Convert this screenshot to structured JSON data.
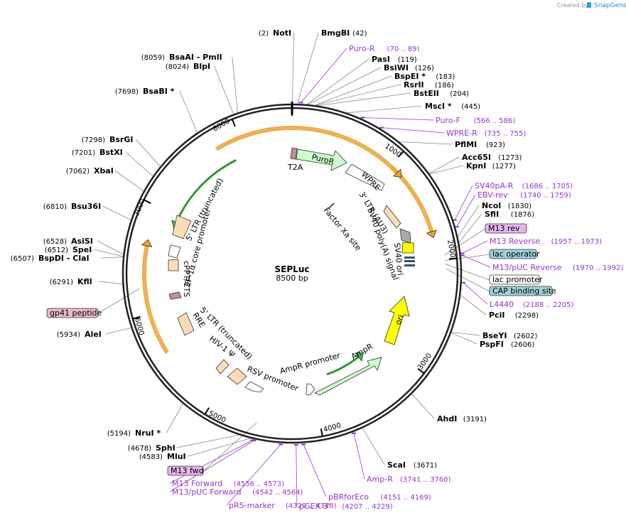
{
  "credit": {
    "prefix": "Created by",
    "brand": "SnapGene"
  },
  "map": {
    "name": "SEPLuc",
    "size": "8500 bp",
    "total": 8500
  },
  "ticks": [
    "1000",
    "2000",
    "3000",
    "4000",
    "5000",
    "6000",
    "7000",
    "8000"
  ],
  "enzymes": [
    {
      "name": "NotI",
      "pos": "(2)",
      "bp": 2
    },
    {
      "name": "BmgBI",
      "pos": "(42)",
      "bp": 42
    },
    {
      "name": "PasI",
      "pos": "(119)",
      "bp": 119
    },
    {
      "name": "BsiWI",
      "pos": "(126)",
      "bp": 126
    },
    {
      "name": "BspEI *",
      "pos": "(183)",
      "bp": 183
    },
    {
      "name": "RsrII",
      "pos": "(186)",
      "bp": 186
    },
    {
      "name": "BstEII",
      "pos": "(204)",
      "bp": 204
    },
    {
      "name": "MscI *",
      "pos": "(445)",
      "bp": 445
    },
    {
      "name": "PflMI",
      "pos": "(923)",
      "bp": 923
    },
    {
      "name": "Acc65I",
      "pos": "(1273)",
      "bp": 1273
    },
    {
      "name": "KpnI",
      "pos": "(1277)",
      "bp": 1277
    },
    {
      "name": "NcoI",
      "pos": "(1830)",
      "bp": 1830
    },
    {
      "name": "SfiI",
      "pos": "(1876)",
      "bp": 1876
    },
    {
      "name": "PciI",
      "pos": "(2298)",
      "bp": 2298
    },
    {
      "name": "BseYI",
      "pos": "(2602)",
      "bp": 2602
    },
    {
      "name": "PspFI",
      "pos": "(2606)",
      "bp": 2606
    },
    {
      "name": "AhdI",
      "pos": "(3191)",
      "bp": 3191
    },
    {
      "name": "ScaI",
      "pos": "(3671)",
      "bp": 3671
    },
    {
      "name": "NruI *",
      "pos": "(5194)",
      "bp": 5194
    },
    {
      "name": "SphI",
      "pos": "(4678)",
      "bp": 4678
    },
    {
      "name": "MluI",
      "pos": "(4583)",
      "bp": 4583
    },
    {
      "name": "AleI",
      "pos": "(5934)",
      "bp": 5934
    },
    {
      "name": "KflI",
      "pos": "(6291)",
      "bp": 6291
    },
    {
      "name": "BspDI - ClaI",
      "pos": "(6507)",
      "bp": 6507
    },
    {
      "name": "SpeI",
      "pos": "(6512)",
      "bp": 6512
    },
    {
      "name": "AsiSI",
      "pos": "(6528)",
      "bp": 6528
    },
    {
      "name": "Bsu36I",
      "pos": "(6810)",
      "bp": 6810
    },
    {
      "name": "XbaI",
      "pos": "(7062)",
      "bp": 7062
    },
    {
      "name": "BstXI",
      "pos": "(7201)",
      "bp": 7201
    },
    {
      "name": "BsrGI",
      "pos": "(7298)",
      "bp": 7298
    },
    {
      "name": "BsaBI *",
      "pos": "(7698)",
      "bp": 7698
    },
    {
      "name": "BlpI",
      "pos": "(8024)",
      "bp": 8024
    },
    {
      "name": "BsaAI - PmlI",
      "pos": "(8059)",
      "bp": 8059
    }
  ],
  "primers": [
    {
      "name": "Puro-R",
      "pos": "(70 .. 89)"
    },
    {
      "name": "Puro-F",
      "pos": "(566 .. 586)"
    },
    {
      "name": "WPRE-R",
      "pos": "(735 .. 755)"
    },
    {
      "name": "SV40pA-R",
      "pos": "(1686 .. 1705)"
    },
    {
      "name": "EBV-rev",
      "pos": "(1740 .. 1759)"
    },
    {
      "name": "M13 Reverse",
      "pos": "(1957 .. 1973)"
    },
    {
      "name": "M13/pUC Reverse",
      "pos": "(1970 .. 1992)"
    },
    {
      "name": "L4440",
      "pos": "(2188 .. 2205)"
    },
    {
      "name": "Amp-R",
      "pos": "(3741 .. 3760)"
    },
    {
      "name": "pBRforEco",
      "pos": "(4151 .. 4169)"
    },
    {
      "name": "pGEX 3'",
      "pos": "(4207 .. 4229)"
    },
    {
      "name": "pRS-marker",
      "pos": "(4329 .. 4348)"
    },
    {
      "name": "M13/pUC Forward",
      "pos": "(4542 .. 4564)"
    },
    {
      "name": "M13 Forward",
      "pos": "(4556 .. 4573)"
    }
  ],
  "boxed": [
    {
      "name": "M13 rev",
      "style": "purple"
    },
    {
      "name": "lac operator",
      "style": "teal"
    },
    {
      "name": "lac promoter",
      "style": "white"
    },
    {
      "name": "CAP binding site",
      "style": "teal"
    },
    {
      "name": "gp41 peptide",
      "style": "pink"
    },
    {
      "name": "M13 fwd",
      "style": "purple"
    }
  ],
  "features": {
    "t2a": "T2A",
    "puror": "PuroR",
    "wpre": "WPRE",
    "ltr3": "3' LTR (ΔU3)",
    "sv40pa": "SV40 poly(A) signal",
    "sv40ori": "SV40 ori",
    "factorxa": "Factor Xa site",
    "ori": "ori",
    "ampr": "AmpR",
    "ampr_prom": "AmpR promoter",
    "rsv": "RSV promoter",
    "hiv": "HIV-1 Ψ",
    "ltr5t": "5' LTR (truncated)",
    "rre": "RRE",
    "cppt": "cPPT/CTS",
    "ef1a": "EF-1α core promoter",
    "ltr5t2": "5' LTR (truncated)"
  },
  "colors": {
    "primer": "#9933cc",
    "orange": "#f0a030",
    "green": "#33aa33",
    "puror": "#ccffcc",
    "ori": "#ffff00",
    "tan": "#ffdcb4"
  }
}
